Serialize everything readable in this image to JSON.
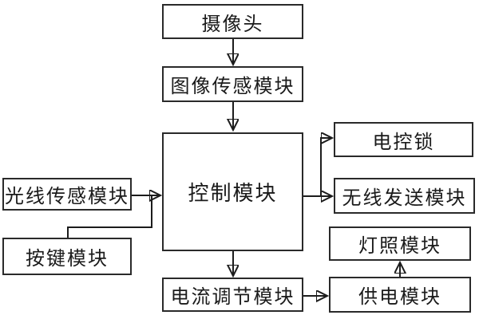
{
  "diagram": {
    "type": "block-diagram",
    "language": "zh-CN",
    "nodes": {
      "camera": {
        "label": "摄像头"
      },
      "image_sensor": {
        "label": "图像传感模块"
      },
      "control": {
        "label": "控制模块"
      },
      "light_sensor": {
        "label": "光线传感模块"
      },
      "button": {
        "label": "按键模块"
      },
      "lock": {
        "label": "电控锁"
      },
      "wireless": {
        "label": "无线发送模块"
      },
      "lamp": {
        "label": "灯照模块"
      },
      "power": {
        "label": "供电模块"
      },
      "current": {
        "label": "电流调节模块"
      }
    },
    "edges": [
      {
        "from": "摄像头",
        "to": "图像传感模块",
        "direction": "down"
      },
      {
        "from": "图像传感模块",
        "to": "控制模块",
        "direction": "down"
      },
      {
        "from": "光线传感模块",
        "to": "控制模块",
        "direction": "right"
      },
      {
        "from": "按键模块",
        "to": "控制模块",
        "direction": "up-right"
      },
      {
        "from": "控制模块",
        "to": "电控锁",
        "direction": "right-up"
      },
      {
        "from": "控制模块",
        "to": "无线发送模块",
        "direction": "right"
      },
      {
        "from": "控制模块",
        "to": "电流调节模块",
        "direction": "down"
      },
      {
        "from": "电流调节模块",
        "to": "供电模块",
        "direction": "right"
      },
      {
        "from": "供电模块",
        "to": "灯照模块",
        "direction": "up"
      }
    ],
    "colors": {
      "background": "#ffffff",
      "box_fill": "#ffffff",
      "box_border": "#2a2a2a",
      "line": "#1c1c1c",
      "text": "#1a1a1a"
    }
  }
}
